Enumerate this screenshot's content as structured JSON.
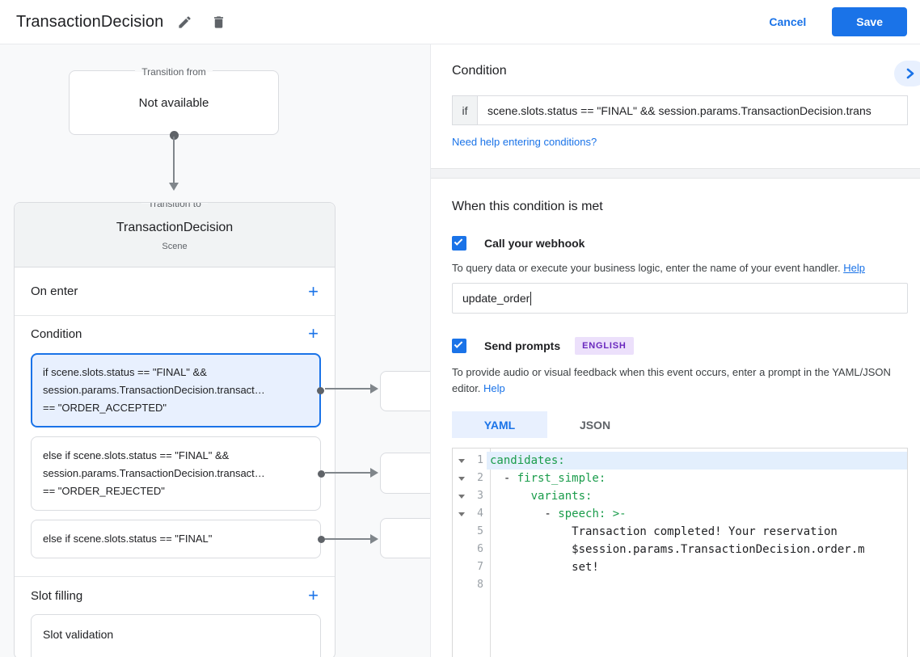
{
  "icons": {
    "add": "+"
  },
  "header": {
    "title": "TransactionDecision",
    "cancel_label": "Cancel",
    "save_label": "Save"
  },
  "diagram": {
    "transition_from": {
      "legend": "Transition from",
      "content": "Not available"
    },
    "transition_to": {
      "legend": "Transition to",
      "scene_name": "TransactionDecision",
      "scene_type": "Scene",
      "on_enter_label": "On enter",
      "condition_label": "Condition",
      "slot_filling_label": "Slot filling",
      "condition_items": [
        {
          "selected": true,
          "lines": [
            "if scene.slots.status == \"FINAL\" &&",
            "session.params.TransactionDecision.transact…",
            "== \"ORDER_ACCEPTED\""
          ]
        },
        {
          "selected": false,
          "lines": [
            "else if scene.slots.status == \"FINAL\" &&",
            "session.params.TransactionDecision.transact…",
            "== \"ORDER_REJECTED\""
          ]
        },
        {
          "selected": false,
          "lines": [
            "else if scene.slots.status == \"FINAL\""
          ]
        }
      ],
      "slot_items": [
        "Slot validation"
      ]
    }
  },
  "panel": {
    "condition": {
      "title": "Condition",
      "if_label": "if",
      "if_value": "scene.slots.status == \"FINAL\" && session.params.TransactionDecision.trans",
      "help_link": "Need help entering conditions?"
    },
    "when_met": {
      "title": "When this condition is met",
      "webhook": {
        "label": "Call your webhook",
        "description": "To query data or execute your business logic, enter the name of your event handler.",
        "help_label": "Help",
        "value": "update_order"
      },
      "prompts": {
        "label": "Send prompts",
        "badge": "ENGLISH",
        "description": "To provide audio or visual feedback when this event occurs, enter a prompt in the YAML/JSON editor.",
        "help_label": "Help",
        "tabs": [
          {
            "label": "YAML",
            "active": true
          },
          {
            "label": "JSON",
            "active": false
          }
        ],
        "editor": {
          "lines": [
            {
              "num": "1",
              "fold": true,
              "highlight": true,
              "segments": [
                {
                  "color": "key",
                  "text": "candidates:"
                }
              ]
            },
            {
              "num": "2",
              "fold": true,
              "highlight": false,
              "segments": [
                {
                  "color": "plain",
                  "text": "  - "
                },
                {
                  "color": "key",
                  "text": "first_simple:"
                }
              ]
            },
            {
              "num": "3",
              "fold": true,
              "highlight": false,
              "segments": [
                {
                  "color": "plain",
                  "text": "      "
                },
                {
                  "color": "key",
                  "text": "variants:"
                }
              ]
            },
            {
              "num": "4",
              "fold": true,
              "highlight": false,
              "segments": [
                {
                  "color": "plain",
                  "text": "        - "
                },
                {
                  "color": "key",
                  "text": "speech: >-"
                }
              ]
            },
            {
              "num": "5",
              "fold": false,
              "highlight": false,
              "segments": [
                {
                  "color": "plain",
                  "text": "            Transaction completed! Your reservation"
                }
              ]
            },
            {
              "num": "6",
              "fold": false,
              "highlight": false,
              "segments": [
                {
                  "color": "plain",
                  "text": "            $session.params.TransactionDecision.order.m"
                }
              ]
            },
            {
              "num": "7",
              "fold": false,
              "highlight": false,
              "segments": [
                {
                  "color": "plain",
                  "text": "            set!"
                }
              ]
            },
            {
              "num": "8",
              "fold": false,
              "highlight": false,
              "segments": []
            }
          ]
        }
      }
    }
  }
}
